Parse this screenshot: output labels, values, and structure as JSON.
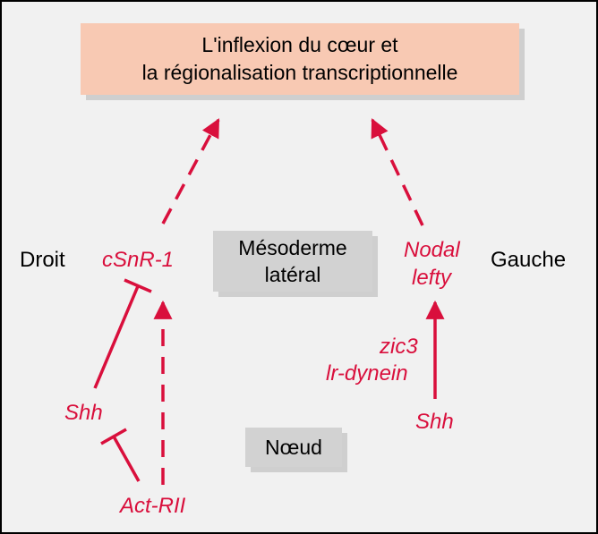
{
  "title": {
    "line1": "L'inflexion du cœur et",
    "line2": "la régionalisation transcriptionnelle"
  },
  "mesoderm": {
    "line1": "Mésoderme",
    "line2": "latéral"
  },
  "node": {
    "label": "Nœud"
  },
  "sides": {
    "right": "Droit",
    "left": "Gauche"
  },
  "genes": {
    "csnr1": "cSnR-1",
    "nodal": "Nodal",
    "lefty": "lefty",
    "shh_right": "Shh",
    "act_rii": "Act-RII",
    "zic3": "zic3",
    "lr_dynein": "lr-dynein",
    "shh_left": "Shh"
  },
  "colors": {
    "gene": "#d90f3c",
    "title_box": "#f8c9b3",
    "gray_box": "#d2d2d2",
    "background": "#f1f1f1"
  }
}
